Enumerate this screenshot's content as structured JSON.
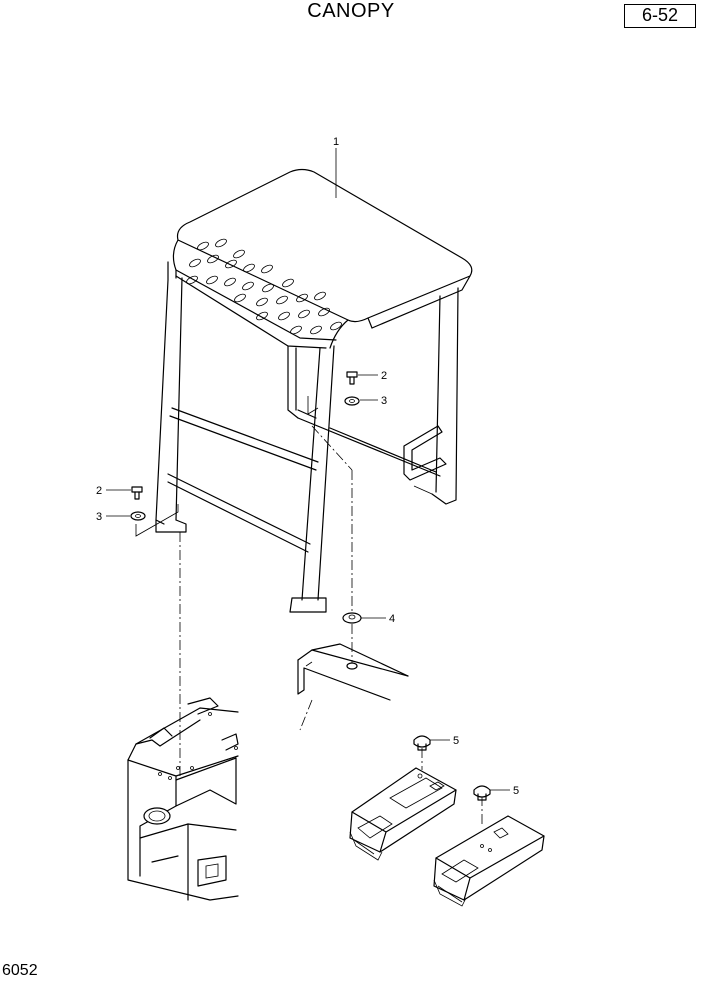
{
  "title": "CANOPY",
  "page_number": "6-52",
  "figure_code": "6052",
  "callouts": {
    "c1": "1",
    "c2a": "2",
    "c3a": "3",
    "c2b": "2",
    "c3b": "3",
    "c4": "4",
    "c5a": "5",
    "c5b": "5"
  }
}
